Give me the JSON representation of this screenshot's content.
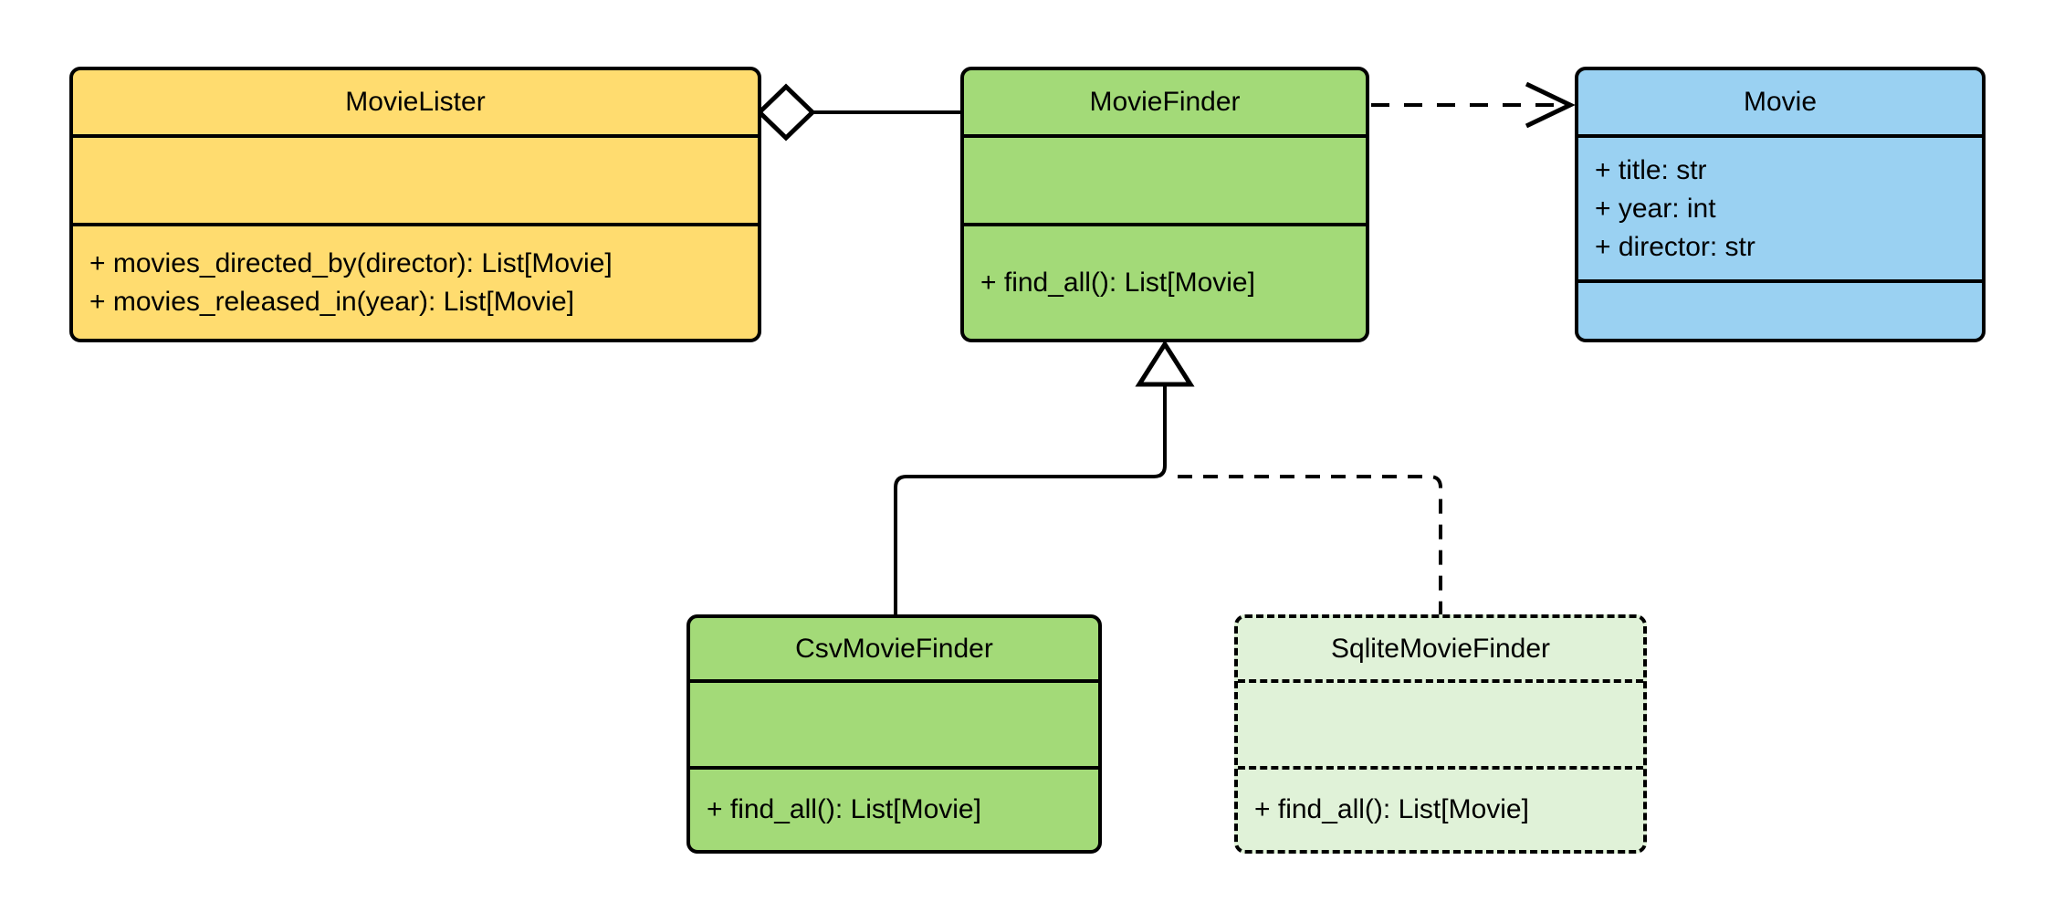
{
  "colors": {
    "yellow": "#FFDC6F",
    "green": "#A3DA78",
    "light_green": "#E0F2D8",
    "blue": "#9AD1F2",
    "stroke": "#000000",
    "background": "#FFFFFF"
  },
  "classes": [
    {
      "name": "MovieLister",
      "attributes": [],
      "methods": [
        "+ movies_directed_by(director): List[Movie]",
        "+ movies_released_in(year): List[Movie]"
      ]
    },
    {
      "name": "MovieFinder",
      "attributes": [],
      "methods": [
        "+ find_all(): List[Movie]"
      ]
    },
    {
      "name": "Movie",
      "attributes": [
        "+ title: str",
        "+ year: int",
        "+ director: str"
      ],
      "methods": []
    },
    {
      "name": "CsvMovieFinder",
      "attributes": [],
      "methods": [
        "+ find_all(): List[Movie]"
      ]
    },
    {
      "name": "SqliteMovieFinder",
      "attributes": [],
      "methods": [
        "+ find_all(): List[Movie]"
      ]
    }
  ],
  "relationships": [
    {
      "type": "aggregation",
      "owner": "MovieLister",
      "part": "MovieFinder",
      "line": "solid",
      "marker": "hollow-diamond"
    },
    {
      "type": "dependency",
      "from": "MovieFinder",
      "to": "Movie",
      "line": "dashed",
      "marker": "open-arrow"
    },
    {
      "type": "inheritance",
      "child": "CsvMovieFinder",
      "parent": "MovieFinder",
      "line": "solid",
      "marker": "hollow-triangle"
    },
    {
      "type": "inheritance",
      "child": "SqliteMovieFinder",
      "parent": "MovieFinder",
      "line": "dashed",
      "marker": "hollow-triangle"
    }
  ]
}
